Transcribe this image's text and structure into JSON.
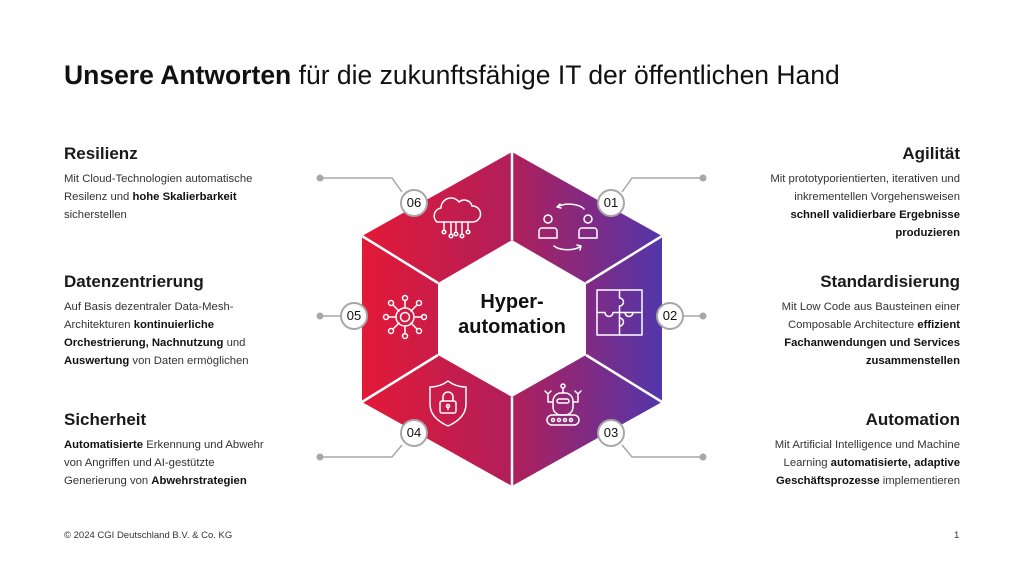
{
  "title": {
    "bold": "Unsere Antworten",
    "rest": " für die zukunftsfähige IT der öffentlichen Hand"
  },
  "center": {
    "line1": "Hyper-",
    "line2": "automation"
  },
  "colors": {
    "gradient_start": "#e31937",
    "gradient_end": "#5236ab",
    "connector": "#a7a7a7"
  },
  "segments": [
    {
      "number": "01",
      "icon": "people-cycle-icon"
    },
    {
      "number": "02",
      "icon": "puzzle-icon"
    },
    {
      "number": "03",
      "icon": "robot-icon"
    },
    {
      "number": "04",
      "icon": "shield-lock-icon"
    },
    {
      "number": "05",
      "icon": "network-gear-icon"
    },
    {
      "number": "06",
      "icon": "cloud-circuit-icon"
    }
  ],
  "blocks": {
    "resilienz": {
      "heading": "Resilienz",
      "lines": [
        [
          {
            "t": "Mit Cloud-Technologien automatische",
            "b": false
          }
        ],
        [
          {
            "t": "Resilenz und ",
            "b": false
          },
          {
            "t": "hohe Skalierbarkeit",
            "b": true
          }
        ],
        [
          {
            "t": "sicherstellen",
            "b": false
          }
        ]
      ]
    },
    "datenzentrierung": {
      "heading": "Datenzentrierung",
      "lines": [
        [
          {
            "t": "Auf Basis dezentraler Data-Mesh-",
            "b": false
          }
        ],
        [
          {
            "t": "Architekturen ",
            "b": false
          },
          {
            "t": "kontinuierliche",
            "b": true
          }
        ],
        [
          {
            "t": "Orchestrierung, Nachnutzung",
            "b": true
          },
          {
            "t": " und",
            "b": false
          }
        ],
        [
          {
            "t": "Auswertung",
            "b": true
          },
          {
            "t": " von Daten ermöglichen",
            "b": false
          }
        ]
      ]
    },
    "sicherheit": {
      "heading": "Sicherheit",
      "lines": [
        [
          {
            "t": "Automatisierte",
            "b": true
          },
          {
            "t": " Erkennung und Abwehr",
            "b": false
          }
        ],
        [
          {
            "t": "von Angriffen und AI-gestützte",
            "b": false
          }
        ],
        [
          {
            "t": "Generierung von ",
            "b": false
          },
          {
            "t": "Abwehrstrategien",
            "b": true
          }
        ]
      ]
    },
    "agilitaet": {
      "heading": "Agilität",
      "lines": [
        [
          {
            "t": "Mit prototyporientierten, iterativen und",
            "b": false
          }
        ],
        [
          {
            "t": "inkrementellen Vorgehensweisen",
            "b": false
          }
        ],
        [
          {
            "t": "schnell validierbare Ergebnisse",
            "b": true
          }
        ],
        [
          {
            "t": "produzieren",
            "b": true
          }
        ]
      ]
    },
    "standardisierung": {
      "heading": "Standardisierung",
      "lines": [
        [
          {
            "t": "Mit Low Code aus Bausteinen einer",
            "b": false
          }
        ],
        [
          {
            "t": "Composable Architecture ",
            "b": false
          },
          {
            "t": "effizient",
            "b": true
          }
        ],
        [
          {
            "t": "Fachanwendungen und Services",
            "b": true
          }
        ],
        [
          {
            "t": "zusammenstellen",
            "b": true
          }
        ]
      ]
    },
    "automation": {
      "heading": "Automation",
      "lines": [
        [
          {
            "t": "Mit Artificial Intelligence und Machine",
            "b": false
          }
        ],
        [
          {
            "t": "Learning ",
            "b": false
          },
          {
            "t": "automatisierte, adaptive",
            "b": true
          }
        ],
        [
          {
            "t": "Geschäftsprozesse",
            "b": true
          },
          {
            "t": " implementieren",
            "b": false
          }
        ]
      ]
    }
  },
  "footer": {
    "copyright": "© 2024 CGI Deutschland B.V. & Co. KG",
    "page": "1"
  }
}
